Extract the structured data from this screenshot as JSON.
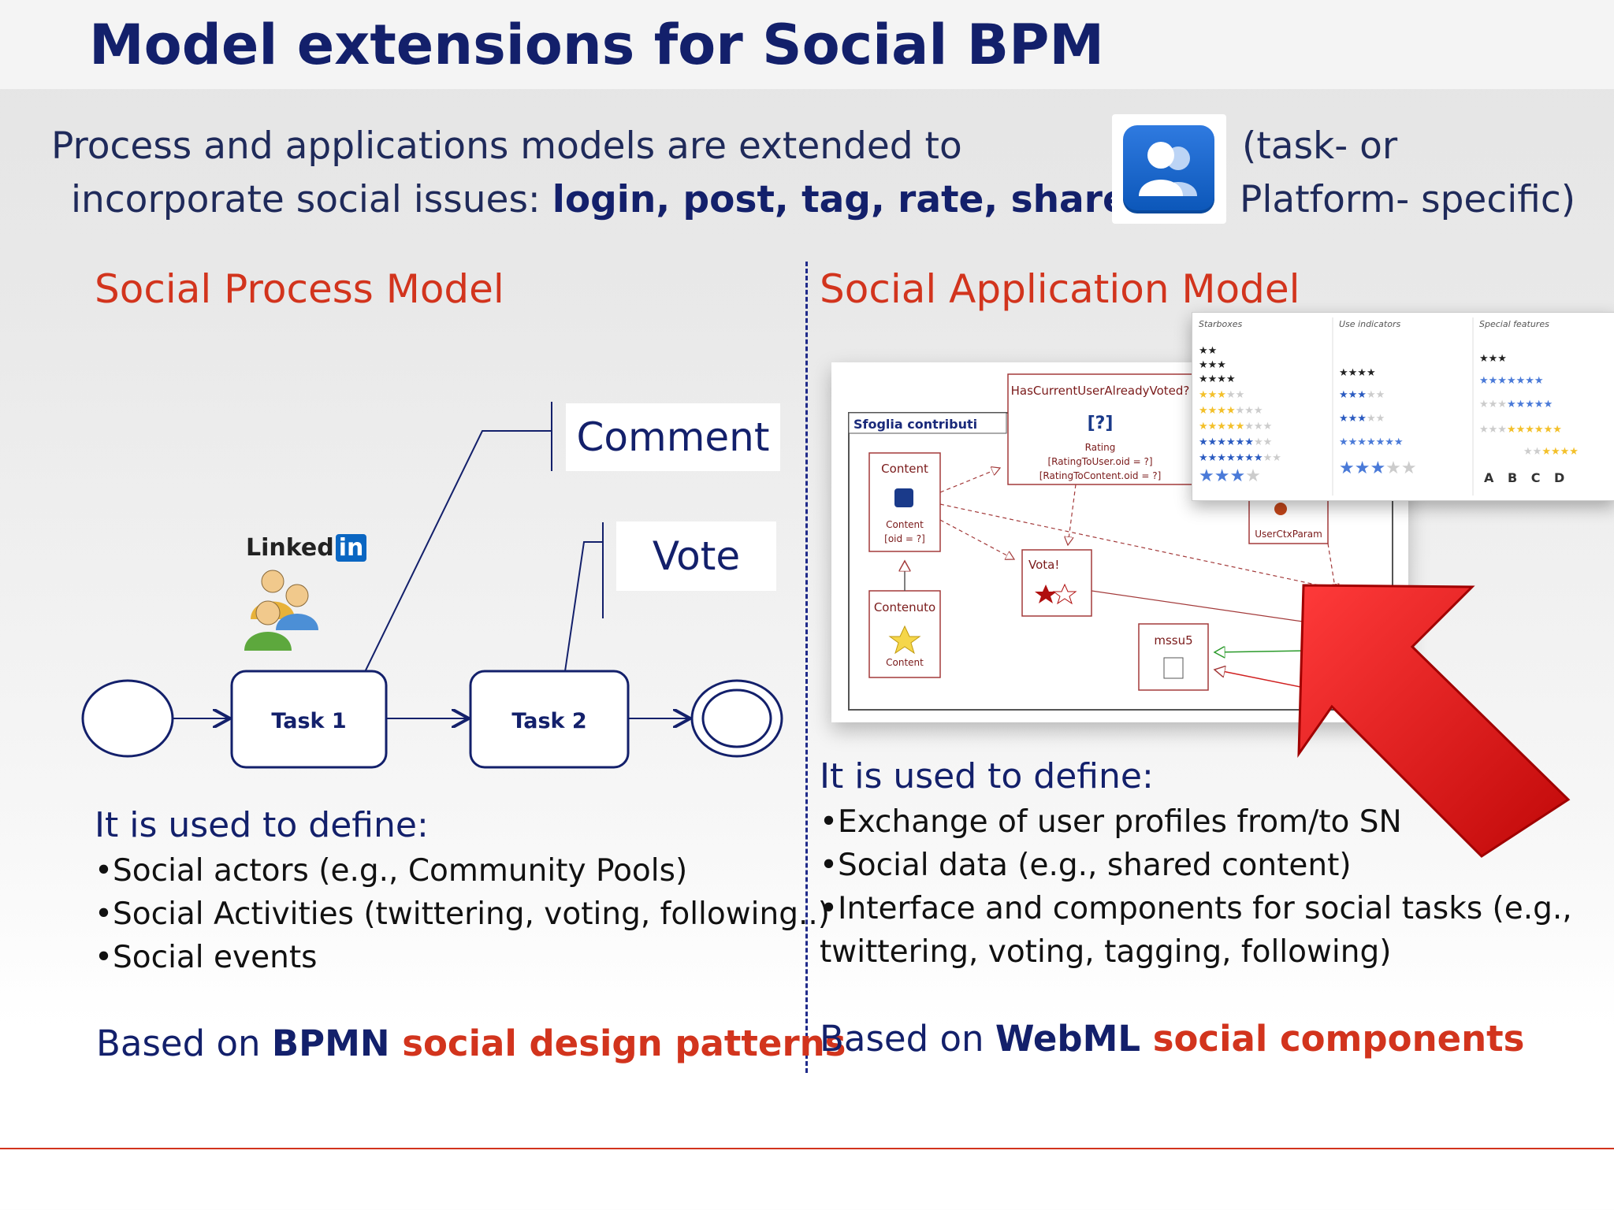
{
  "title": "Model extensions for Social BPM",
  "intro": {
    "line1": "Process and applications models are extended to",
    "line2_prefix": "incorporate social issues: ",
    "line2_bold": "login, post, tag, rate, share, ...",
    "right1": "(task- or",
    "right2": "Platform- specific)",
    "icon": "social-users-icon"
  },
  "left": {
    "heading": "Social Process Model",
    "diagram": {
      "task1": "Task 1",
      "task2": "Task 2",
      "comment": "Comment",
      "vote": "Vote",
      "linkedin_text": "Linked",
      "linkedin_in": "in"
    },
    "used_title": "It is used to define:",
    "bullets": [
      "•Social actors (e.g., Community Pools)",
      "•Social Activities (twittering, voting, following..)",
      "•Social events"
    ],
    "based_prefix": "Based on ",
    "based_bold": "BPMN",
    "based_red": " social design patterns"
  },
  "right": {
    "heading": "Social Application Model",
    "webml": {
      "sfoglia": "Sfoglia contributi",
      "has_voted": "HasCurrentUserAlreadyVoted?",
      "rating": "Rating",
      "rating_user": "[RatingToUser.oid = ?]",
      "rating_content": "[RatingToContent.oid = ?]",
      "content_title": "Content",
      "content_label": "Content",
      "content_oid": "[oid = ?]",
      "contenuto": "Contenuto",
      "contenuto_label": "Content",
      "vota": "Vota!",
      "mssu": "mssu5",
      "userctx": "UserCtxParam"
    },
    "stars": {
      "col1": "Starboxes",
      "col2": "Use indicators",
      "col3": "Special features",
      "abcd": "A B C D"
    },
    "used_title": "It is used to define:",
    "bullets": [
      "•Exchange of user profiles from/to SN",
      "•Social data (e.g., shared content)",
      "•Interface and components for social tasks (e.g.,",
      "twittering, voting, tagging, following)"
    ],
    "based_prefix": "Based on ",
    "based_bold": "WebML",
    "based_red": " social components"
  },
  "colors": {
    "navy": "#13206b",
    "red": "#d2341d",
    "arrow_red": "#e01010"
  }
}
